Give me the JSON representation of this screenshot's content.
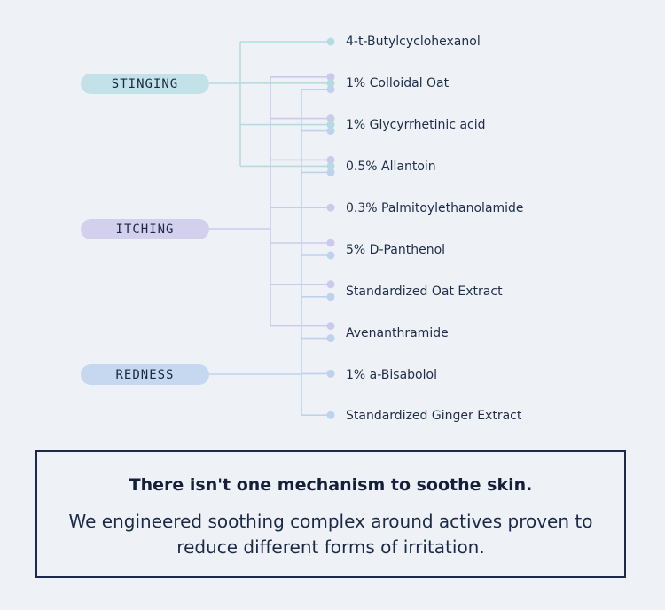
{
  "colors": {
    "stinging": "#c3e2e8",
    "stinging_line": "#b4dbe2",
    "itching": "#d3d0ee",
    "itching_line": "#cdc9ec",
    "redness": "#c6d8f0",
    "redness_line": "#bed2ee"
  },
  "categories": [
    {
      "id": "stinging",
      "label": "STINGING"
    },
    {
      "id": "itching",
      "label": "ITCHING"
    },
    {
      "id": "redness",
      "label": "REDNESS"
    }
  ],
  "ingredients": [
    {
      "label": "4-t-Butylcyclohexanol",
      "targets": [
        "stinging"
      ]
    },
    {
      "label": "1% Colloidal Oat",
      "targets": [
        "itching",
        "stinging",
        "redness"
      ]
    },
    {
      "label": "1% Glycyrrhetinic acid",
      "targets": [
        "itching",
        "stinging",
        "redness"
      ]
    },
    {
      "label": "0.5% Allantoin",
      "targets": [
        "itching",
        "stinging",
        "redness"
      ]
    },
    {
      "label": "0.3% Palmitoylethanolamide",
      "targets": [
        "itching"
      ]
    },
    {
      "label": "5% D-Panthenol",
      "targets": [
        "itching",
        "redness"
      ]
    },
    {
      "label": "Standardized Oat Extract",
      "targets": [
        "itching",
        "redness"
      ]
    },
    {
      "label": "Avenanthramide",
      "targets": [
        "itching",
        "redness"
      ]
    },
    {
      "label": "1% a-Bisabolol",
      "targets": [
        "redness"
      ]
    },
    {
      "label": "Standardized Ginger Extract",
      "targets": [
        "redness"
      ]
    }
  ],
  "note": {
    "title": "There isn't one mechanism to soothe skin.",
    "body": "We engineered soothing complex around actives proven to reduce different forms of irritation."
  }
}
